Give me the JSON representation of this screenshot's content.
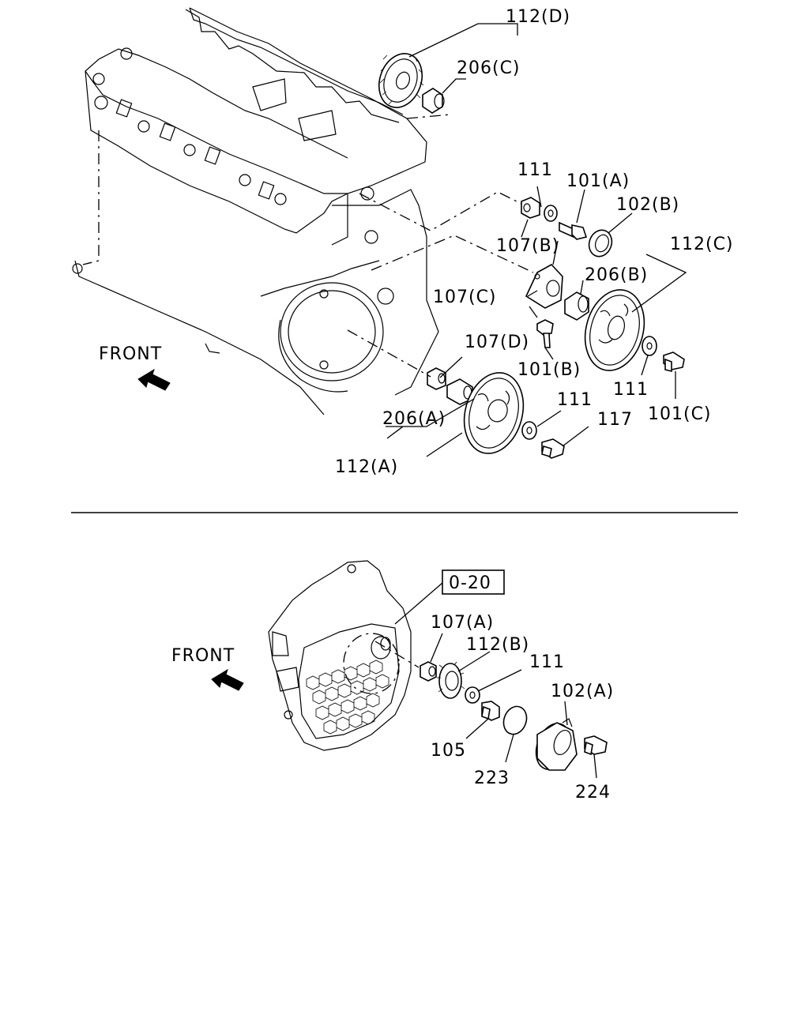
{
  "top_section": {
    "front_label": "FRONT",
    "labels": {
      "p112D": "112(D)",
      "p206C": "206(C)",
      "p111a": "111",
      "p101A": "101(A)",
      "p102B": "102(B)",
      "p107B": "107(B)",
      "p112C": "112(C)",
      "p206B": "206(B)",
      "p107C": "107(C)",
      "p107D": "107(D)",
      "p101B": "101(B)",
      "p111b": "111",
      "p101C": "101(C)",
      "p111c": "111",
      "p117": "117",
      "p206A": "206(A)",
      "p112A": "112(A)"
    }
  },
  "bottom_section": {
    "front_label": "FRONT",
    "ref_box": "0-20",
    "labels": {
      "p107A": "107(A)",
      "p112B": "112(B)",
      "p111": "111",
      "p102A": "102(A)",
      "p105": "105",
      "p223": "223",
      "p224": "224"
    }
  }
}
